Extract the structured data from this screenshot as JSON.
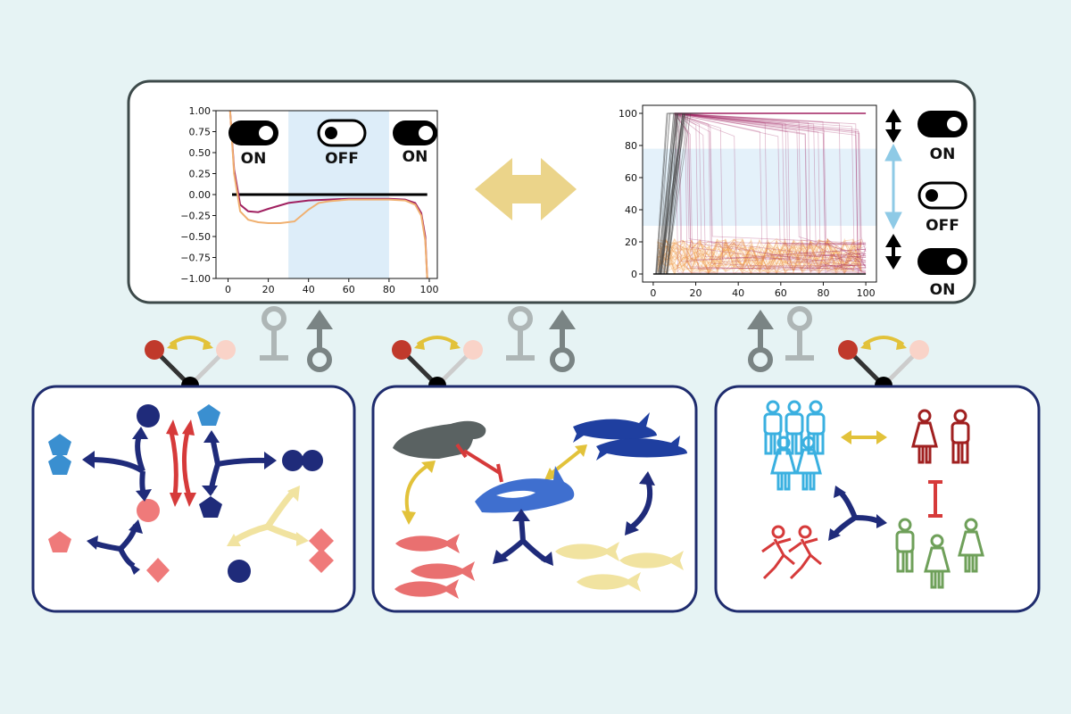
{
  "colors": {
    "background": "#e6f3f4",
    "panel_border": "#3d4a4a",
    "box_border": "#1f2c6e",
    "navy": "#1f2b7a",
    "red": "#d63a3a",
    "yellow": "#e2c23a",
    "pale_yellow": "#f1e3a0",
    "pink": "#ef7a7a",
    "blue": "#3a8fd0",
    "grey": "#7a8484",
    "light_grey": "#aeb6b6",
    "shade": "#ddedf9",
    "magenta": "#a02060",
    "orange": "#f0a050",
    "sky_arrow": "#8ecae6"
  },
  "left_plot": {
    "switches": [
      {
        "label": "ON",
        "state": "on"
      },
      {
        "label": "OFF",
        "state": "off"
      },
      {
        "label": "ON",
        "state": "on"
      }
    ]
  },
  "right_plot": {
    "switches": [
      {
        "label": "ON",
        "state": "on"
      },
      {
        "label": "OFF",
        "state": "off"
      },
      {
        "label": "ON",
        "state": "on"
      }
    ]
  },
  "chart_data": [
    {
      "type": "line",
      "x_ticks": [
        0,
        20,
        40,
        60,
        80,
        100
      ],
      "y_ticks": [
        "1.00",
        "0.75",
        "0.50",
        "0.25",
        "0.00",
        "−0.25",
        "−0.50",
        "−0.75",
        "−1.00"
      ],
      "xlim": [
        -6,
        104
      ],
      "ylim": [
        -1,
        1
      ],
      "shaded_x": [
        30,
        80
      ],
      "series": [
        {
          "color": "#000000",
          "x": [
            2,
            10,
            20,
            30,
            40,
            50,
            60,
            70,
            80,
            90,
            99
          ],
          "y": [
            0.0,
            0.0,
            0.0,
            0.0,
            0.0,
            0.0,
            0.0,
            0.0,
            0.0,
            0.0,
            0.0
          ]
        },
        {
          "color": "#a02060",
          "x": [
            1,
            3,
            6,
            10,
            15,
            20,
            30,
            40,
            50,
            60,
            70,
            80,
            88,
            93,
            96,
            98,
            99
          ],
          "y": [
            1.0,
            0.3,
            -0.12,
            -0.2,
            -0.21,
            -0.17,
            -0.1,
            -0.07,
            -0.06,
            -0.05,
            -0.05,
            -0.05,
            -0.06,
            -0.1,
            -0.22,
            -0.5,
            -1.0
          ]
        },
        {
          "color": "#f0b070",
          "x": [
            1,
            3,
            6,
            10,
            15,
            20,
            26,
            33,
            40,
            45,
            50,
            60,
            70,
            80,
            88,
            93,
            96,
            98,
            99
          ],
          "y": [
            1.0,
            0.25,
            -0.2,
            -0.3,
            -0.33,
            -0.34,
            -0.34,
            -0.32,
            -0.18,
            -0.1,
            -0.08,
            -0.06,
            -0.06,
            -0.06,
            -0.07,
            -0.12,
            -0.25,
            -0.55,
            -1.0
          ]
        }
      ]
    },
    {
      "type": "line",
      "x_ticks": [
        0,
        20,
        40,
        60,
        80,
        100
      ],
      "y_ticks": [
        0,
        20,
        40,
        60,
        80,
        100
      ],
      "xlim": [
        -5,
        105
      ],
      "ylim": [
        -5,
        105
      ],
      "shaded_y": [
        30,
        78
      ],
      "series": [
        {
          "name": "",
          "color": "#444444",
          "description_values": "many grey trajectories rising from 0 to 100 between x=5 and x=15"
        },
        {
          "name": "",
          "color": "#a02060",
          "description_values": "magenta trajectories near 100 decaying to 0"
        },
        {
          "name": "",
          "color": "#f0a050",
          "description_values": "orange noise between 0 and 25"
        }
      ]
    }
  ]
}
